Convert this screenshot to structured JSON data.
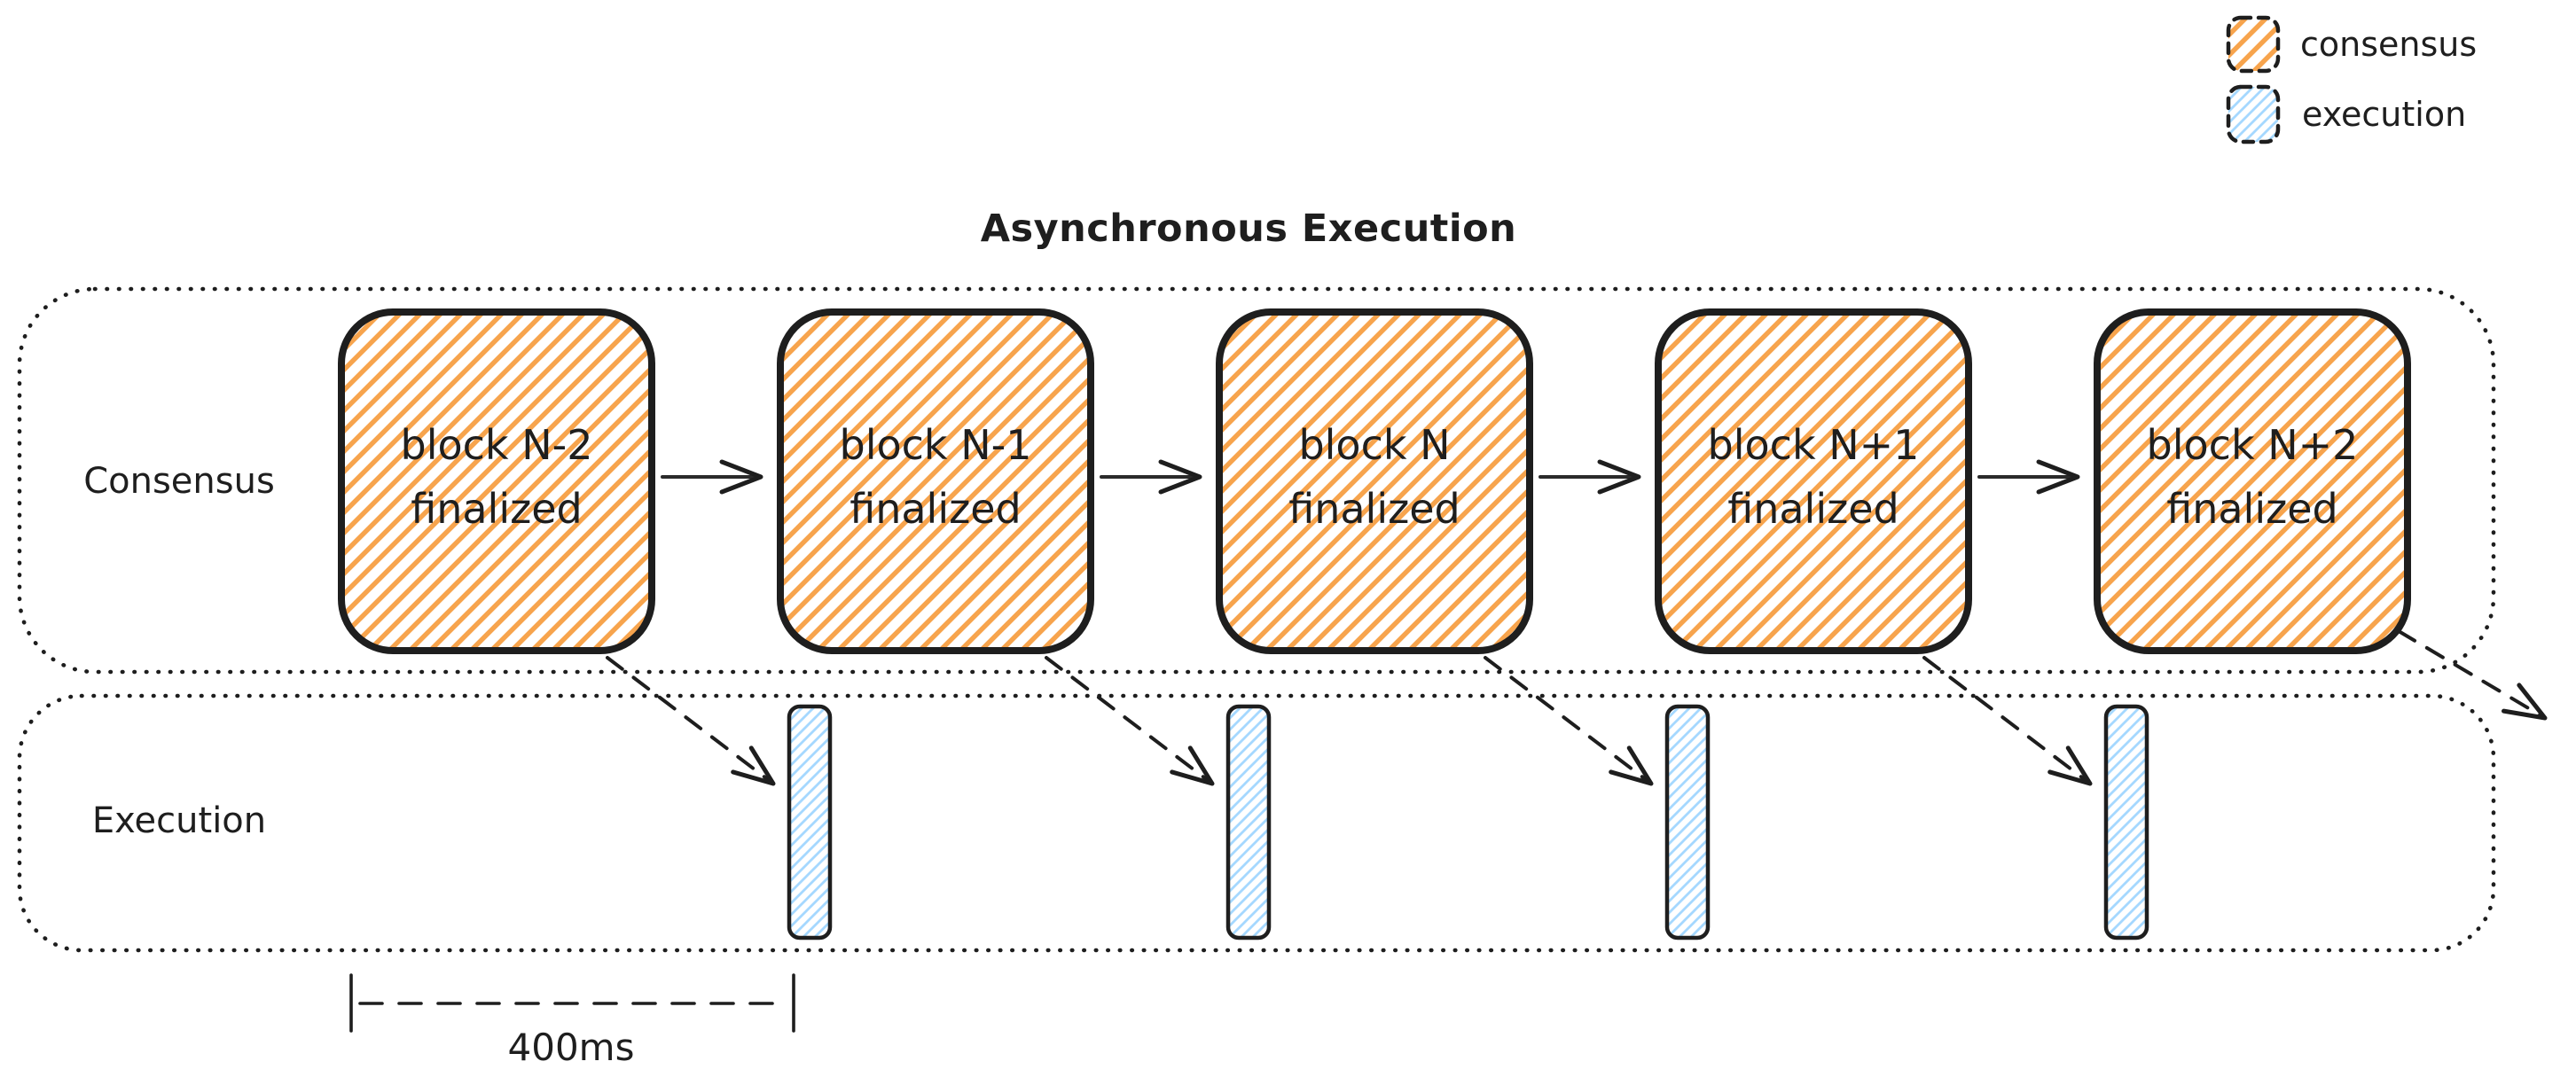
{
  "title": "Asynchronous Execution",
  "legend": {
    "items": [
      {
        "label": "consensus"
      },
      {
        "label": "execution"
      }
    ]
  },
  "lanes": {
    "consensus": {
      "label": "Consensus",
      "blocks": [
        {
          "line1": "block N-2",
          "line2": "finalized"
        },
        {
          "line1": "block N-1",
          "line2": "finalized"
        },
        {
          "line1": "block N",
          "line2": "finalized"
        },
        {
          "line1": "block N+1",
          "line2": "finalized"
        },
        {
          "line1": "block N+2",
          "line2": "finalized"
        }
      ]
    },
    "execution": {
      "label": "Execution"
    }
  },
  "measure": {
    "label": "400ms"
  },
  "colors": {
    "ink": "#1e1e1e",
    "consensus_hatch": "#f7a44d",
    "execution_hatch": "#a5d8ff",
    "background": "#ffffff"
  }
}
